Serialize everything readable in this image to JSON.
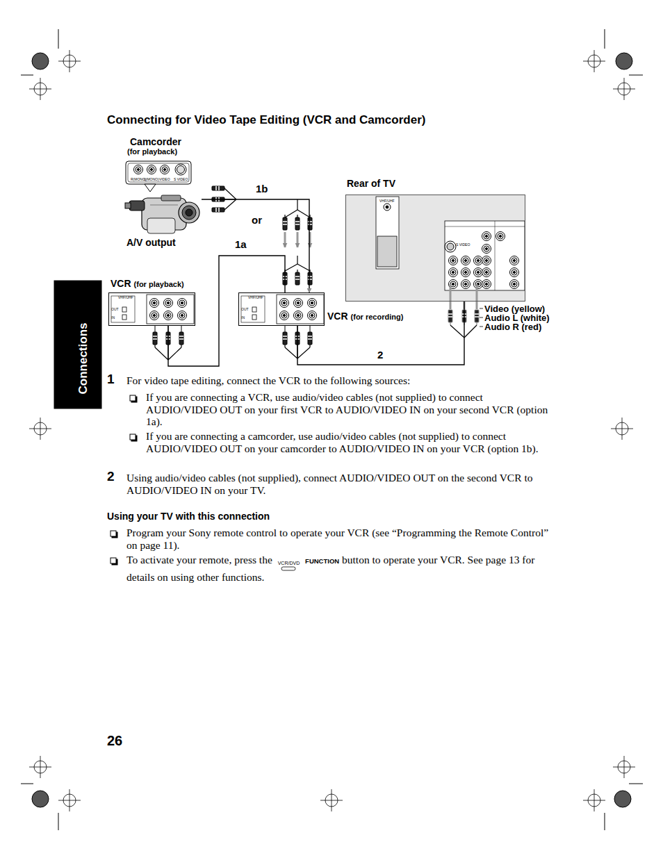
{
  "diagram": {
    "title": "Connecting for Video Tape Editing (VCR and Camcorder)",
    "nodes": [
      {
        "text": [
          "Camcorder",
          "(for playback)",
          "A/V output"
        ]
      },
      {
        "text": [
          "VCR",
          "(for playback)"
        ]
      },
      {
        "text": [
          "VCR",
          "(for recording)"
        ]
      },
      {
        "text": [
          "Rear of TV"
        ]
      }
    ],
    "edges": [
      {
        "from": 0,
        "to": 2,
        "arrow": "to",
        "label": "1b"
      },
      {
        "from": 1,
        "to": 2,
        "arrow": "none",
        "label": "1a"
      },
      {
        "from": 2,
        "to": 3,
        "arrow": "none",
        "label": "2"
      }
    ],
    "labels": [
      "or",
      "Video (yellow)",
      "Audio L (white)",
      "Audio R (red)",
      "Connections",
      "1",
      "For video tape editing, connect the VCR to the following sources:",
      "If you are connecting a VCR, use audio/video cables (not supplied) to connect AUDIO/VIDEO OUT on your first VCR to AUDIO/VIDEO IN on your second VCR (option 1a).",
      "If you are connecting a camcorder, use audio/video cables (not supplied) to connect AUDIO/VIDEO OUT on your camcorder to AUDIO/VIDEO IN on your VCR (option 1b).",
      "2",
      "Using audio/video cables (not supplied), connect AUDIO/VIDEO OUT on the second VCR to AUDIO/VIDEO IN on your TV.",
      "Using your TV with this connection",
      "Program your Sony remote control to operate your VCR (see “Programming the Remote Control” on page 11).",
      "To activate your remote, press the",
      "VCR/DVD",
      "FUNCTION",
      "button to operate your VCR. See page 13 for details on using other functions.",
      "26",
      "VHF/UHF",
      "OUT",
      "IN",
      "VHF/UHF",
      "OUT",
      "IN",
      "VHF/UHF",
      "S VIDEO",
      "R(MONO)",
      "L(MONO)",
      "VIDEO",
      "S VIDEO"
    ]
  }
}
